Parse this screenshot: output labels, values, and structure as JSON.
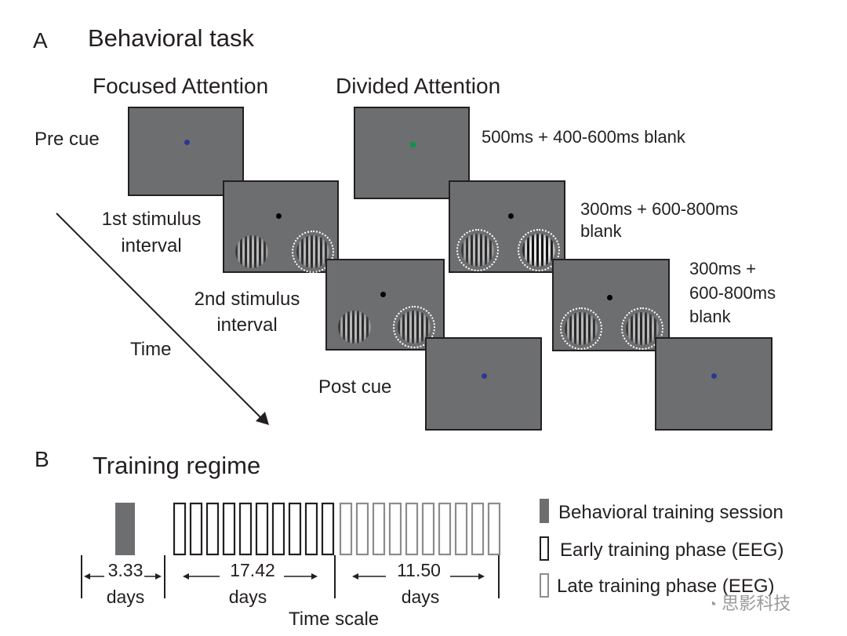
{
  "panel_a": {
    "letter": "A",
    "title": "Behavioral task",
    "focused_title": "Focused Attention",
    "divided_title": "Divided Attention",
    "pre_cue": "Pre cue",
    "stim1_line1": "1st stimulus",
    "stim1_line2": "interval",
    "stim2_line1": "2nd stimulus",
    "stim2_line2": "interval",
    "time": "Time",
    "post_cue": "Post cue",
    "timing1": "500ms + 400-600ms blank",
    "timing2_line1": "300ms + 600-800ms",
    "timing2_line2": "blank",
    "timing3_line1": "300ms +",
    "timing3_line2": "600-800ms",
    "timing3_line3": "blank"
  },
  "panel_b": {
    "letter": "B",
    "title": "Training regime",
    "d1_value": "3.33",
    "d1_unit": "days",
    "d2_value": "17.42",
    "d2_unit": "days",
    "d3_value": "11.50",
    "d3_unit": "days",
    "time_scale": "Time scale",
    "legend": {
      "behavioral": "Behavioral training session",
      "early": "Early training phase (EEG)",
      "late": "Late training phase (EEG)"
    },
    "early_sessions": 10,
    "late_sessions": 10
  },
  "watermark": "思影科技",
  "colors": {
    "screen": "#6d6e70",
    "blue_dot": "#2b3990",
    "green_dot": "#009b48",
    "behavioral_bar": "#6d6e70",
    "early_bar": "#231f20",
    "late_bar": "#8c8c8c"
  }
}
